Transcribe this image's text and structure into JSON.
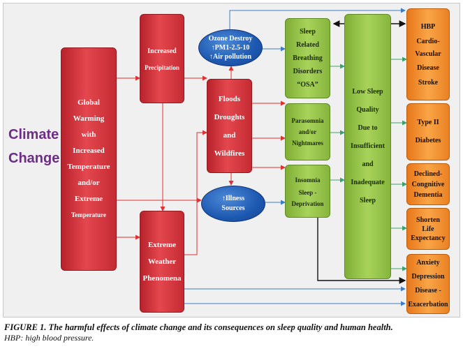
{
  "diagram": {
    "climate_change": [
      "Climate",
      "Change"
    ],
    "global_warming": [
      "Global",
      "Warming",
      "with",
      "Increased",
      "Temperature",
      "and/or",
      "Extreme",
      "Temperature"
    ],
    "increased_precipitation": [
      "Increased",
      "Precipitation"
    ],
    "floods": [
      "Floods",
      "Droughts",
      "and",
      "Wildfires"
    ],
    "extreme_weather": [
      "Extreme",
      "Weather",
      "Phenomena"
    ],
    "ozone": [
      "Ozone Destroy",
      "↑PM1-2.5-10",
      "↑Air pollution"
    ],
    "illness": [
      "↑Illness",
      "Sources"
    ],
    "sleep_breathing": [
      "Sleep",
      "Related",
      "Breathing",
      "Disorders",
      "“OSA”"
    ],
    "parasomnia": [
      "Parasomnia",
      "and/or",
      "Nightmares"
    ],
    "insomnia": [
      "Insomnia",
      "Sleep -",
      "Deprivation"
    ],
    "low_sleep": [
      "Low Sleep",
      "Quality",
      "Due to",
      "Insufficient",
      "and",
      "Inadequate",
      "Sleep"
    ],
    "hbp": [
      "HBP",
      "Cardio-",
      "Vascular",
      "Disease",
      "Stroke"
    ],
    "diabetes": [
      "Type II",
      "Diabetes"
    ],
    "cognitive": [
      "Declined-",
      "Congnitive",
      "Dementia"
    ],
    "life": [
      "Shorten",
      "Life",
      "Expectancy"
    ],
    "anxiety": [
      "Anxiety",
      "Depression",
      "Disease -",
      "Exacerbation"
    ]
  },
  "caption": {
    "title": "FIGURE 1. The harmful effects of climate change and its consequences on sleep quality and human health.",
    "note": "HBP: high blood pressure."
  },
  "colors": {
    "red": "#d9363e",
    "green": "#9bc84f",
    "orange": "#f39a3a",
    "blue": "#2866c0",
    "climate_text": "#6d2c86",
    "arrow_red": "#e03030",
    "arrow_green": "#3aa36a",
    "arrow_blue": "#3b7dc9"
  }
}
